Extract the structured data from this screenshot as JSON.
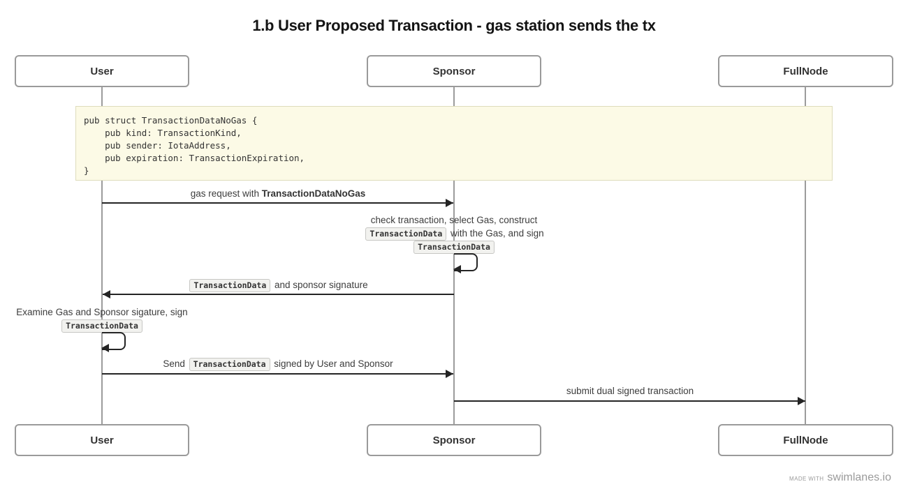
{
  "title": "1.b User Proposed Transaction - gas station sends the tx",
  "actors": [
    {
      "label": "User"
    },
    {
      "label": "Sponsor"
    },
    {
      "label": "FullNode"
    }
  ],
  "note": {
    "code_lines": [
      "pub struct TransactionDataNoGas {",
      "    pub kind: TransactionKind,",
      "    pub sender: IotaAddress,",
      "    pub expiration: TransactionExpiration,",
      "}"
    ]
  },
  "messages": [
    {
      "name": "gas-request",
      "from": "User",
      "to": "Sponsor",
      "segments": [
        {
          "text": "gas request with ",
          "style": "plain"
        },
        {
          "text": "TransactionDataNoGas",
          "style": "bold"
        }
      ]
    },
    {
      "name": "sponsor-self-note",
      "actor": "Sponsor",
      "lines": [
        [
          {
            "text": "check transaction, select Gas, construct",
            "style": "plain"
          }
        ],
        [
          {
            "text": "TransactionData",
            "style": "code"
          },
          {
            "text": " with the Gas, and sign",
            "style": "plain"
          }
        ],
        [
          {
            "text": "TransactionData",
            "style": "code"
          }
        ]
      ]
    },
    {
      "name": "sponsor-reply",
      "from": "Sponsor",
      "to": "User",
      "segments": [
        {
          "text": "TransactionData",
          "style": "code"
        },
        {
          "text": " and sponsor signature",
          "style": "plain"
        }
      ]
    },
    {
      "name": "user-self-note",
      "actor": "User",
      "lines": [
        [
          {
            "text": "Examine Gas and Sponsor sigature, sign",
            "style": "plain"
          }
        ],
        [
          {
            "text": "TransactionData",
            "style": "code"
          }
        ]
      ]
    },
    {
      "name": "send-signed",
      "from": "User",
      "to": "Sponsor",
      "segments": [
        {
          "text": "Send ",
          "style": "plain"
        },
        {
          "text": "TransactionData",
          "style": "code"
        },
        {
          "text": " signed by User and Sponsor",
          "style": "plain"
        }
      ]
    },
    {
      "name": "submit-transaction",
      "from": "Sponsor",
      "to": "FullNode",
      "segments": [
        {
          "text": "submit dual signed transaction",
          "style": "plain"
        }
      ]
    }
  ],
  "footer": {
    "made_with": "MADE WITH",
    "brand": "swimlanes.io"
  },
  "colors": {
    "note_bg": "#fcfae6",
    "note_border": "#dedcbc",
    "arrow": "#242424",
    "box_border": "#9a9a9a",
    "lifeline": "#9b9b9b",
    "chip_bg": "#f2f2ef",
    "chip_border": "#c7c7c4",
    "label_text": "#3c3c3c"
  }
}
